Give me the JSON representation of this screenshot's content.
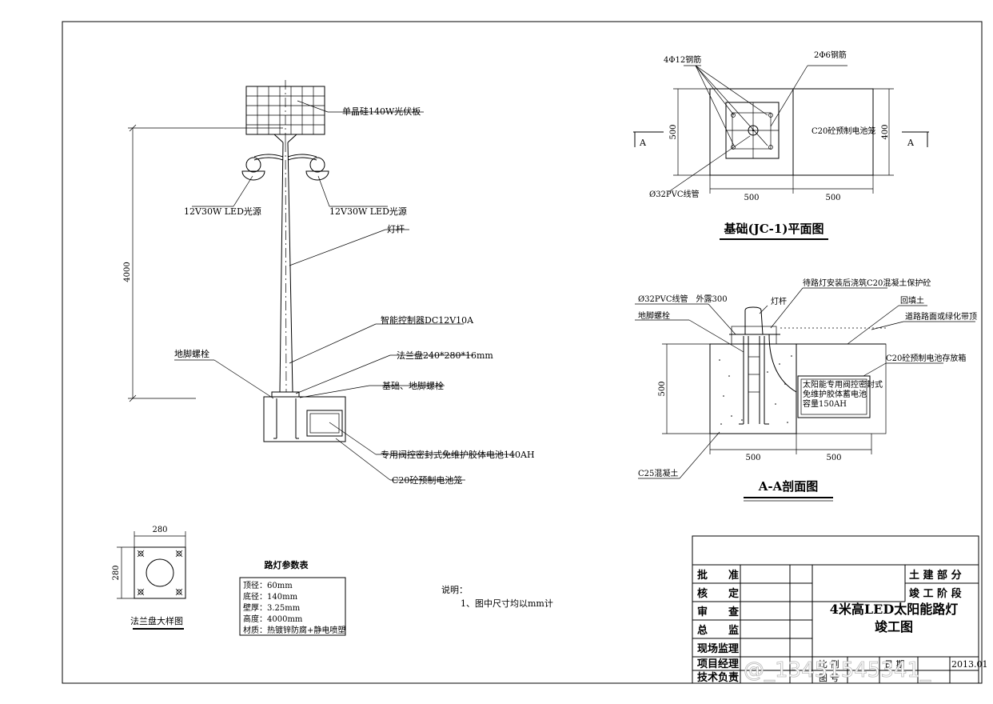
{
  "main_elevation": {
    "solar_panel_label": "单晶硅140W光伏板",
    "lamp_left_label": "12V30W LED光源",
    "lamp_right_label": "12V30W LED光源",
    "pole_label": "灯杆",
    "controller_label": "智能控制器DC12V10A",
    "anchor_bolt_label": "地脚螺栓",
    "flange_label": "法兰盘240*280*16mm",
    "foundation_label": "基础、地脚螺栓",
    "battery_label": "专用阀控密封式免维护胶体电池140AH",
    "battery_box_label": "C20砼预制电池笼",
    "height_dim": "4000"
  },
  "plan": {
    "title": "基础(JC-1)平面图",
    "rebar_main": "4Φ12钢筋",
    "rebar_tie": "2Φ6钢筋",
    "box_label": "C20砼预制电池笼",
    "conduit_label": "Ø32PVC线管",
    "section_mark": "A",
    "dim_left": "500",
    "dim_right": "400",
    "dim_bottom_1": "500",
    "dim_bottom_2": "500"
  },
  "section": {
    "title": "A-A剖面图",
    "conduit_label": "Ø32PVC线管　外露300",
    "protect_label": "待路灯安装后浇筑C20混凝土保护砼",
    "pole_label": "灯杆",
    "backfill_label": "回填土",
    "anchor_label": "地脚螺栓",
    "road_label": "道路路面或绿化带顶",
    "cage_label": "C20砼预制电池存放箱",
    "battery_text": [
      "太阳能专用阀控密封式",
      "免维护胶体蓄电池",
      "容量150AH"
    ],
    "concrete_label": "C25混凝土",
    "dim_height": "500",
    "dim_bottom_1": "500",
    "dim_bottom_2": "500"
  },
  "flange_detail": {
    "title": "法兰盘大样图",
    "dim_w": "280",
    "dim_h": "280"
  },
  "param_table": {
    "title": "路灯参数表",
    "rows": [
      "顶径：60mm",
      "底径：140mm",
      "壁厚：3.25mm",
      "高度：4000mm",
      "材质：热镀锌防腐+静电喷塑"
    ]
  },
  "notes": {
    "heading": "说明：",
    "items": [
      "1、图中尺寸均以mm计"
    ]
  },
  "title_block": {
    "roles": [
      "批　　准",
      "核　　定",
      "审　　查",
      "总　　监",
      "现场监理",
      "项目经理",
      "技术负责"
    ],
    "dept": "土  建  部  分",
    "stage": "竣  工  阶  段",
    "project_line1": "4米高LED太阳能路灯",
    "project_line2": "竣工图",
    "bottom_cells": [
      "比 例",
      "日 期",
      "2013.01"
    ],
    "drawing_no_label": "图 号"
  },
  "watermark": "@_13451545341_"
}
